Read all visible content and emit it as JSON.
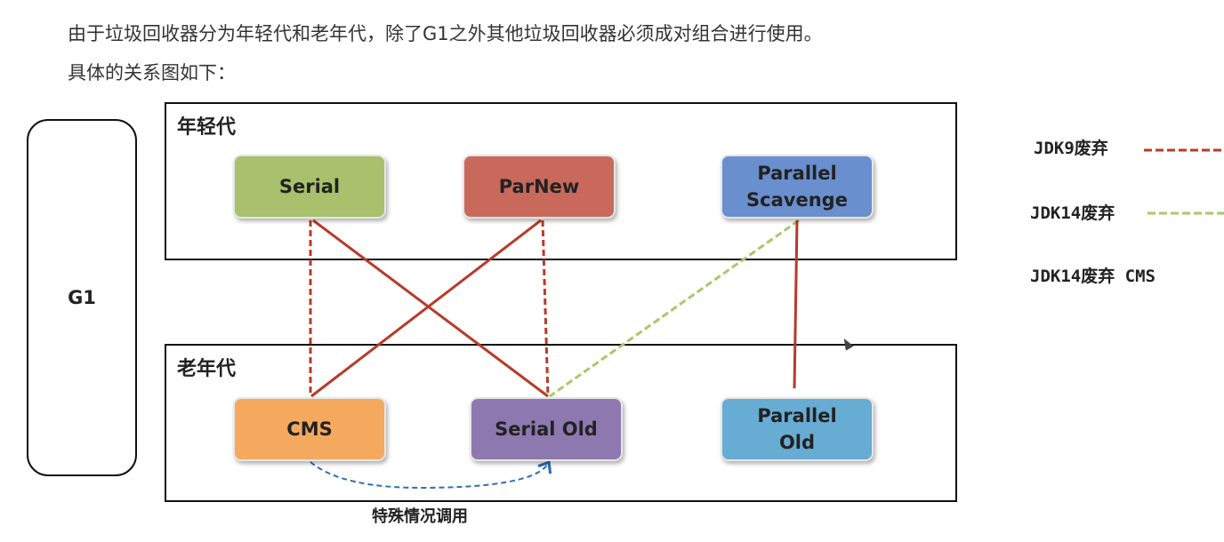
{
  "intro": {
    "line1": "由于垃圾回收器分为年轻代和老年代，除了G1之外其他垃圾回收器必须成对组合进行使用。",
    "line2": "具体的关系图如下："
  },
  "g1": {
    "label": "G1"
  },
  "regions": {
    "young": {
      "title": "年轻代"
    },
    "old": {
      "title": "老年代"
    }
  },
  "collectors": {
    "serial": {
      "label": "Serial",
      "color": "#a9c06c"
    },
    "parnew": {
      "label": "ParNew",
      "color": "#c9695c"
    },
    "parallel_scavenge": {
      "label": "Parallel\nScavenge",
      "color": "#6a8fce"
    },
    "cms": {
      "label": "CMS",
      "color": "#f4a95f"
    },
    "serial_old": {
      "label": "Serial Old",
      "color": "#8e78b0"
    },
    "parallel_old": {
      "label": "Parallel\nOld",
      "color": "#67acd3"
    }
  },
  "colors": {
    "solid_line": "#b83a28",
    "jdk9_deprecated": "#b83a28",
    "jdk14_deprecated": "#a9c86a",
    "fallback_arrow": "#2d6fb5"
  },
  "legend": {
    "jdk9": "JDK9废弃",
    "jdk14": "JDK14废弃",
    "jdk14_cms": "JDK14废弃 CMS"
  },
  "caption": "特殊情况调用"
}
